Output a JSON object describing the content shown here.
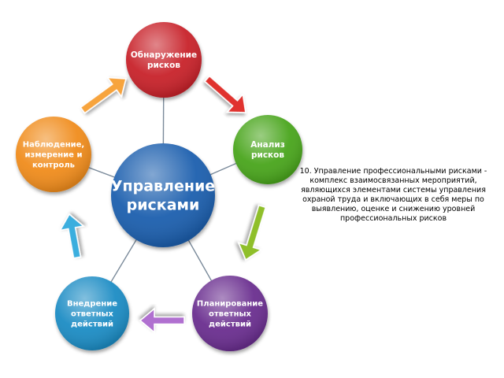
{
  "center": {
    "lines": [
      "Управление",
      "рисками"
    ],
    "color": "#1f5fae"
  },
  "nodes": [
    {
      "id": "detect",
      "lines": [
        "Обнаружение",
        "рисков"
      ],
      "color": "#c8202a"
    },
    {
      "id": "analysis",
      "lines": [
        "Анализ",
        "рисков"
      ],
      "color": "#4aa51f"
    },
    {
      "id": "plan",
      "lines": [
        "Планирование",
        "ответных",
        "действий"
      ],
      "color": "#6b2f8f"
    },
    {
      "id": "implement",
      "lines": [
        "Внедрение",
        "ответных",
        "действий"
      ],
      "color": "#1d8cc4"
    },
    {
      "id": "observe",
      "lines": [
        "Наблюдение,",
        "измерение и",
        "контроль"
      ],
      "color": "#f08c1c"
    }
  ],
  "arrows": [
    {
      "from": "detect",
      "to": "analysis",
      "color": "#e0332d"
    },
    {
      "from": "analysis",
      "to": "plan",
      "color": "#8fbf2a"
    },
    {
      "from": "plan",
      "to": "implement",
      "color": "#b06fd0"
    },
    {
      "from": "implement",
      "to": "observe",
      "color": "#3aaede"
    },
    {
      "from": "observe",
      "to": "detect",
      "color": "#f7a43c"
    }
  ],
  "caption": "10. Управление профессиональными рисками - комплекс взаимосвязанных мероприятий, являющихся элементами системы управления охраной труда и включающих в себя меры по выявлению, оценке и снижению уровней профессиональных рисков"
}
